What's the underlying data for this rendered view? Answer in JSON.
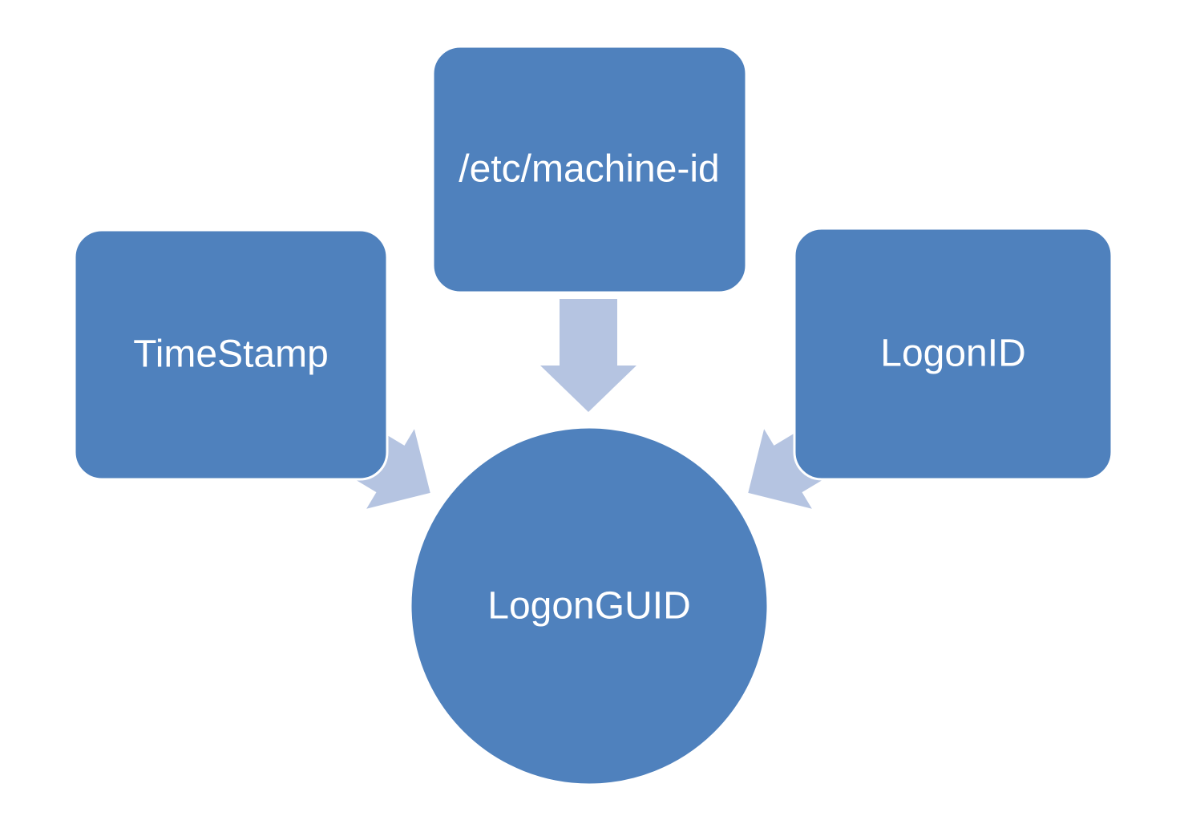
{
  "diagram": {
    "type": "converging-radial",
    "description": "Three source boxes feed into one central circle",
    "nodes": {
      "timestamp": {
        "label": "TimeStamp",
        "shape": "rounded-rectangle"
      },
      "machine_id": {
        "label": "/etc/machine-id",
        "shape": "rounded-rectangle"
      },
      "logon_id": {
        "label": "LogonID",
        "shape": "rounded-rectangle"
      },
      "logon_guid": {
        "label": "LogonGUID",
        "shape": "circle"
      }
    },
    "edges": [
      {
        "from": "timestamp",
        "to": "logon_guid",
        "style": "block-arrow"
      },
      {
        "from": "machine_id",
        "to": "logon_guid",
        "style": "block-arrow"
      },
      {
        "from": "logon_id",
        "to": "logon_guid",
        "style": "block-arrow"
      }
    ],
    "colors": {
      "node_fill": "#4f81bd",
      "arrow_fill": "#b5c4e1",
      "label_text": "#ffffff",
      "background": "#ffffff"
    }
  }
}
